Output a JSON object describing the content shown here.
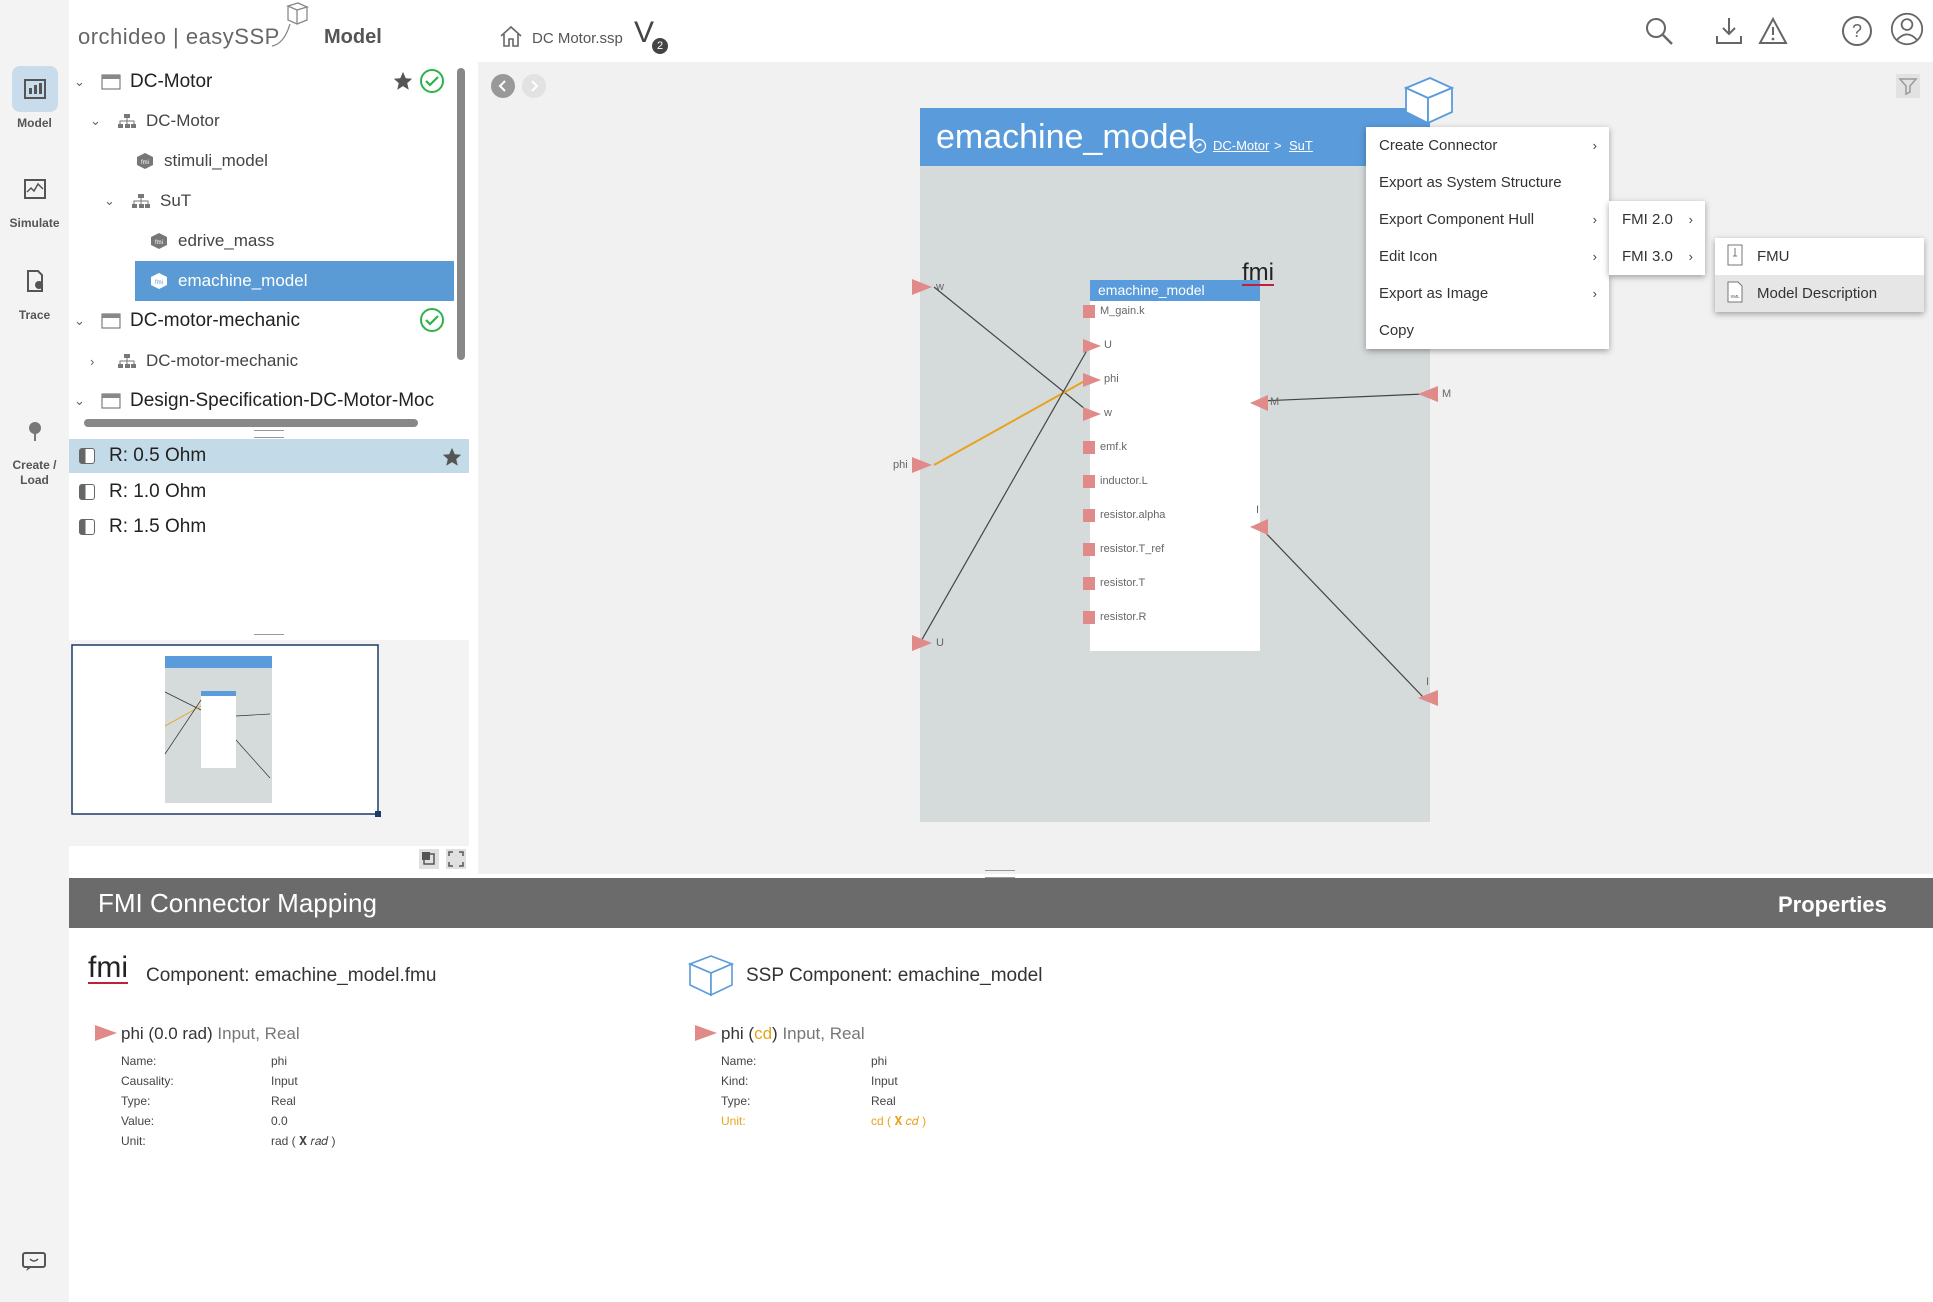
{
  "rail": {
    "items": [
      {
        "label": "Model",
        "icon": "model-icon",
        "active": true
      },
      {
        "label": "Simulate",
        "icon": "simulate-icon",
        "active": false
      },
      {
        "label": "Trace",
        "icon": "trace-icon",
        "active": false
      },
      {
        "label": "Create /",
        "label2": "Load",
        "icon": "create-load-icon",
        "active": false
      }
    ]
  },
  "header": {
    "brand": "orchideo | easySSP",
    "mode": "Model",
    "file": "DC Motor.ssp",
    "version_letter": "V",
    "version_num": "2",
    "icons": [
      "search-icon",
      "download-icon",
      "warning-icon",
      "help-icon",
      "user-icon"
    ]
  },
  "tree": {
    "items": [
      {
        "label": "DC-Motor",
        "chev": "⌄",
        "icon": "ssp",
        "starred": true,
        "valid": true
      },
      {
        "label": "DC-Motor",
        "chev": "⌄",
        "icon": "system"
      },
      {
        "label": "stimuli_model",
        "icon": "fmu"
      },
      {
        "label": "SuT",
        "chev": "⌄",
        "icon": "system"
      },
      {
        "label": "edrive_mass",
        "icon": "fmu"
      },
      {
        "label": "emachine_model",
        "icon": "fmu",
        "selected": true
      },
      {
        "label": "DC-motor-mechanic",
        "chev": "⌄",
        "icon": "ssp",
        "valid": true
      },
      {
        "label": "DC-motor-mechanic",
        "chev": "›",
        "icon": "system"
      },
      {
        "label": "Design-Specification-DC-Motor-Moc",
        "chev": "⌄",
        "icon": "ssp"
      }
    ]
  },
  "variants": [
    {
      "label": "R: 0.5 Ohm",
      "selected": true,
      "starred": true
    },
    {
      "label": "R: 1.0 Ohm"
    },
    {
      "label": "R: 1.5 Ohm"
    }
  ],
  "canvas": {
    "component_title": "emachine_model",
    "breadcrumb": [
      "DC-Motor",
      ">",
      "SuT"
    ],
    "inner_title": "emachine_model",
    "fmi_logo": "fmi",
    "inputs": [
      "M_gain.k",
      "U",
      "phi",
      "w",
      "emf.k",
      "inductor.L",
      "resistor.alpha",
      "resistor.T_ref",
      "resistor.T",
      "resistor.R"
    ],
    "outputs": [
      "M",
      "I"
    ],
    "outer_left_ports": [
      "w",
      "phi",
      "U"
    ],
    "outer_right_ports": [
      "M",
      "I"
    ]
  },
  "context_menu": {
    "items": [
      {
        "label": "Create Connector",
        "sub": true
      },
      {
        "label": "Export as System Structure",
        "sub": false
      },
      {
        "label": "Export Component Hull",
        "sub": true
      },
      {
        "label": "Edit Icon",
        "sub": true
      },
      {
        "label": "Export as Image",
        "sub": true
      },
      {
        "label": "Copy",
        "sub": false
      }
    ],
    "sub1": [
      {
        "label": "FMI 2.0",
        "sub": true
      },
      {
        "label": "FMI 3.0",
        "sub": true
      }
    ],
    "sub2": [
      {
        "label": "FMU"
      },
      {
        "label": "Model Description"
      }
    ]
  },
  "panel": {
    "title": "FMI Connector Mapping",
    "right": "Properties",
    "left": {
      "logo": "fmi",
      "title": "Component: emachine_model.fmu",
      "sig_name": "phi (0.0 rad)",
      "sig_meta": "Input, Real",
      "props": [
        {
          "k": "Name:",
          "v": "phi"
        },
        {
          "k": "Causality:",
          "v": "Input"
        },
        {
          "k": "Type:",
          "v": "Real"
        },
        {
          "k": "Value:",
          "v": "0.0"
        },
        {
          "k": "Unit:",
          "v": "rad  ( 𝐗 𝑟𝑎𝑑 )"
        }
      ]
    },
    "right_panel": {
      "title": "SSP Component: emachine_model",
      "sig_name": "phi",
      "sig_unit": "cd",
      "sig_meta": "Input, Real",
      "props": [
        {
          "k": "Name:",
          "v": "phi"
        },
        {
          "k": "Kind:",
          "v": "Input"
        },
        {
          "k": "Type:",
          "v": "Real"
        },
        {
          "k": "Unit:",
          "v": "cd  ( 𝐗 𝑐𝑑 )",
          "orange": true
        }
      ]
    }
  }
}
